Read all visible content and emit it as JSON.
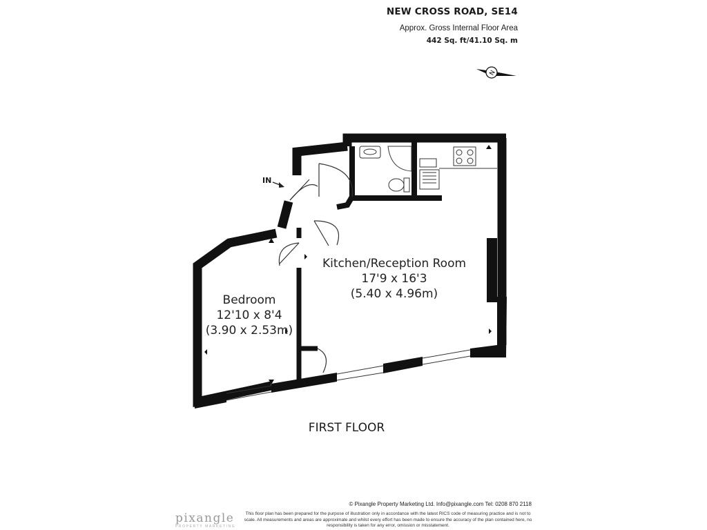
{
  "header": {
    "title": "NEW CROSS ROAD, SE14",
    "subtitle": "Approx. Gross Internal Floor Area",
    "area": "442 Sq. ft/41.10 Sq. m"
  },
  "compass": {
    "letter": "N",
    "icon": "compass-rose-icon"
  },
  "entrance": {
    "label": "IN",
    "icon": "entrance-arrow-icon"
  },
  "rooms": {
    "kitchen": {
      "name": "Kitchen/Reception Room",
      "imperial": "17'9 x 16'3",
      "metric": "(5.40 x 4.96m)"
    },
    "bedroom": {
      "name": "Bedroom",
      "imperial": "12'10 x 8'4",
      "metric": "(3.90 x 2.53m)"
    }
  },
  "floor_label": "FIRST FLOOR",
  "footer": {
    "copyright": "© Pixangle Property Marketing Ltd. Info@pixangle.com Tel: 0208 870 2118",
    "disclaimer": "This floor plan has been prepared for the purpose of illustration only in accordance with the latest RICS code of measuring practice and is not to scale. All measurements and areas are approximate and whilst every effort has been made to ensure the accuracy of the plan contained here, no responsibility is taken for any error, omission or misstatement.",
    "logo_main": "pixangle",
    "logo_sub": "PROPERTY MARKETING"
  },
  "colors": {
    "wall": "#111111",
    "line": "#333333",
    "text": "#1a1a1a",
    "logo": "#9a9a9a"
  }
}
